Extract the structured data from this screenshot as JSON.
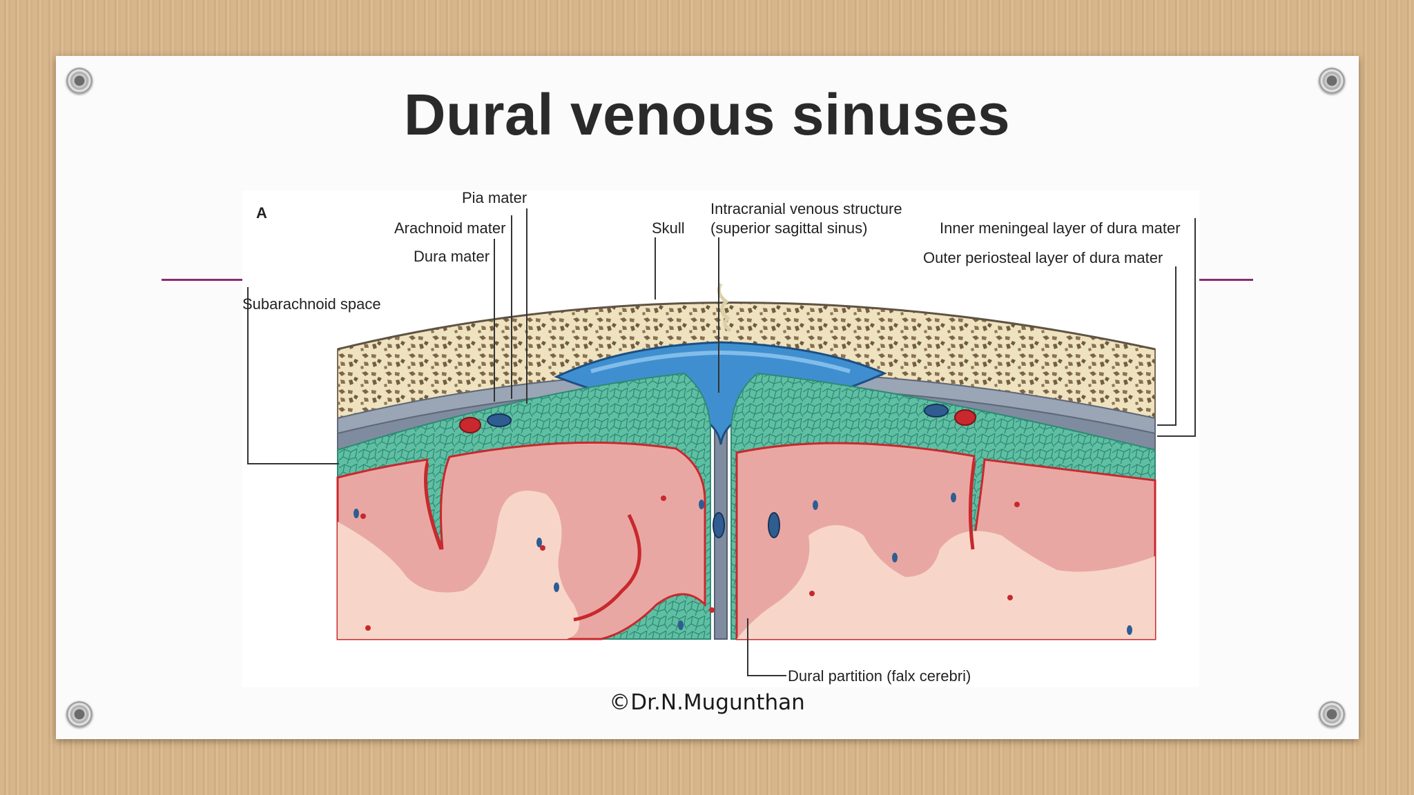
{
  "slide": {
    "title": "Dural venous sinuses",
    "copyright": "©Dr.N.Mugunthan"
  },
  "figure": {
    "panel_letter": "A",
    "labels": {
      "pia_mater": "Pia mater",
      "arachnoid_mater": "Arachnoid mater",
      "dura_mater": "Dura mater",
      "subarachnoid_space": "Subarachnoid space",
      "skull": "Skull",
      "venous_structure_line1": "Intracranial venous structure",
      "venous_structure_line2": "(superior sagittal sinus)",
      "inner_meningeal": "Inner meningeal layer of dura mater",
      "outer_periosteal": "Outer periosteal layer of dura mater",
      "dural_partition": "Dural partition (falx cerebri)"
    }
  },
  "colors": {
    "background_wood": "#d8b78d",
    "slide": "#fbfbfb",
    "accent_line": "#8a2a77",
    "bone": "#efe2bf",
    "dura": "#8e9aac",
    "sinus_blood": "#3f8fd0",
    "subarachnoid": "#5fbfa3",
    "cortex": "#e9a7a3",
    "white_matter": "#f7d6c9",
    "vessel_red": "#c8282e"
  }
}
